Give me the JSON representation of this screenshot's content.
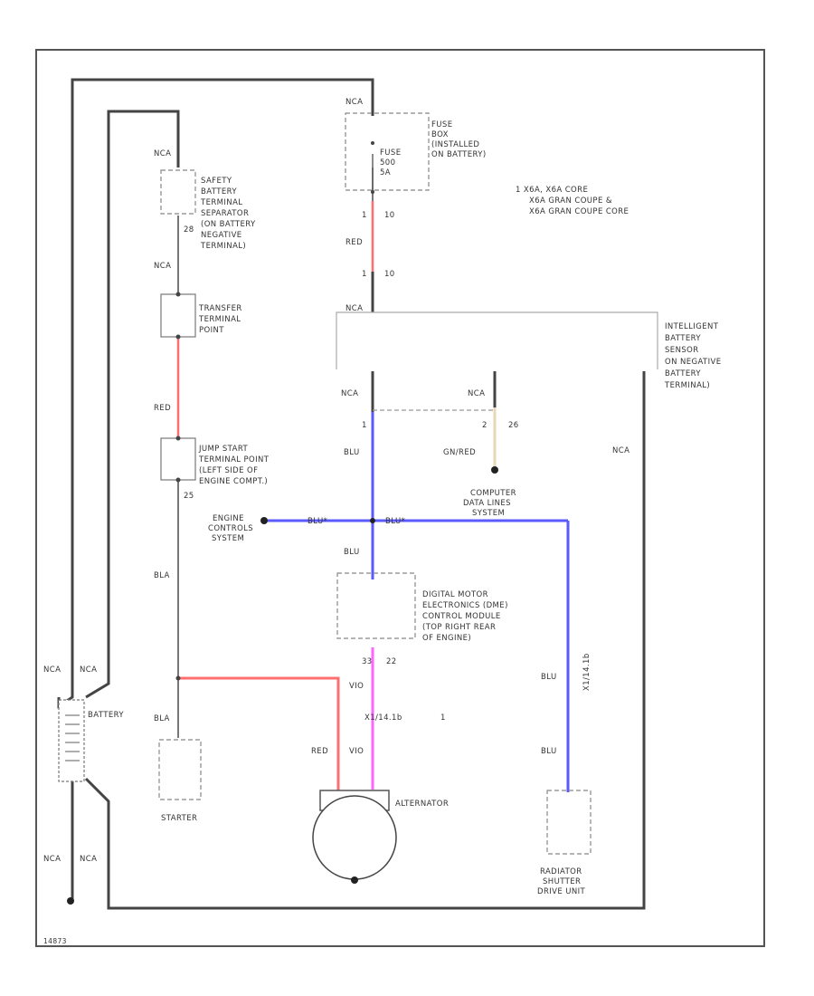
{
  "colors": {
    "frame": "#555555",
    "wire_black": "#444444",
    "wire_red": "#ff6f6f",
    "wire_blue": "#5a5aff",
    "wire_violet": "#ff66ff",
    "wire_tan": "#ead7b8",
    "dashed": "#888888"
  },
  "labels": {
    "nca": "NCA",
    "red": "RED",
    "blu": "BLU",
    "blu_right": "BLU*",
    "bla": "BLA",
    "vio": "VIO",
    "gnared": "GN/RED",
    "pin_28": "28",
    "pin_25": "25",
    "pin_2": "2",
    "pin_1": "1",
    "pin_10_top": "10",
    "pin_10_bot": "10",
    "pin_1_top": "1",
    "pin_1_bot": "1",
    "pin_26": "26",
    "pin_33": "33",
    "pin_22": "22",
    "x_conn": "X1/14.1b",
    "footnote_marker": "1",
    "nca_top": "NCA",
    "red_top": "RED",
    "part_code": "14873"
  },
  "components": {
    "fuse_box": [
      "FUSE",
      "BOX",
      "(INSTALLED",
      "ON BATTERY)"
    ],
    "fuse": [
      "FUSE",
      "500",
      "5A"
    ],
    "safety_terminal": [
      "SAFETY",
      "BATTERY",
      "TERMINAL",
      "SEPARATOR",
      "(ON BATTERY",
      "NEGATIVE",
      "TERMINAL)"
    ],
    "transfer_point": [
      "TRANSFER",
      "TERMINAL",
      "POINT"
    ],
    "jump_start": [
      "JUMP START",
      "TERMINAL POINT",
      "(LEFT SIDE OF",
      "ENGINE COMPT.)"
    ],
    "ibs": [
      "INTELLIGENT",
      "BATTERY",
      "SENSOR",
      "ON NEGATIVE",
      "BATTERY",
      "TERMINAL)"
    ],
    "computer_data": [
      "COMPUTER",
      "DATA LINES",
      "SYSTEM"
    ],
    "engine_controls": [
      "ENGINE",
      "CONTROLS",
      "SYSTEM"
    ],
    "dme": [
      "DIGITAL MOTOR",
      "ELECTRONICS (DME)",
      "CONTROL MODULE",
      "(TOP RIGHT REAR",
      "OF ENGINE)"
    ],
    "battery": "BATTERY",
    "starter": "STARTER",
    "alternator": "ALTERNATOR",
    "radiator_shutter": [
      "RADIATOR",
      "SHUTTER",
      "DRIVE UNIT"
    ],
    "x_conn_label": "X1/14.1b"
  },
  "footnote": [
    "1  X6A, X6A CORE",
    "X6A GRAN COUPE &",
    "X6A GRAN COUPE CORE"
  ]
}
